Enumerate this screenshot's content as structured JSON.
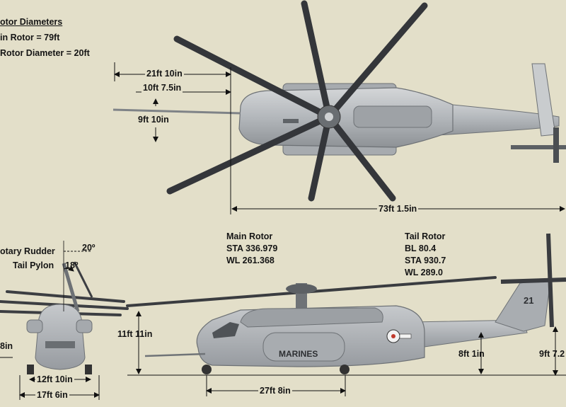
{
  "legend": {
    "title": "otor Diameters",
    "main_rotor": "in Rotor = 79ft",
    "tail_rotor": "Rotor Diameter = 20ft"
  },
  "top_view": {
    "dim_21ft": "21ft 10in",
    "dim_10ft": "10ft 7.5in",
    "dim_9ft": "9ft 10in",
    "dim_73ft": "73ft 1.5in"
  },
  "main_rotor_block": {
    "title": "Main Rotor",
    "sta": "STA 336.979",
    "wl": "WL 261.368"
  },
  "tail_rotor_block": {
    "title": "Tail Rotor",
    "bl": "BL 80.4",
    "sta": "STA 930.7",
    "wl": "WL 289.0"
  },
  "front_view": {
    "rudder_label": "otary Rudder",
    "pylon_label": "Tail Pylon",
    "angle_20": "20º",
    "angle_18": "18º",
    "dim_8ft_left": "8in",
    "dim_12ft": "12ft 10in",
    "dim_17ft": "17ft 6in"
  },
  "side_view": {
    "dim_11ft": "11ft 11in",
    "dim_8ft1": "8ft 1in",
    "dim_9ft7": "9ft 7.2",
    "dim_27ft": "27ft 8in",
    "marines": "MARINES",
    "tail_number": "21"
  },
  "colors": {
    "background": "#e3dfc9",
    "fuselage": "#b9bcbf",
    "fuselage_dark": "#7d8186",
    "blade": "#3b3d40",
    "dimension_line": "#111111"
  }
}
